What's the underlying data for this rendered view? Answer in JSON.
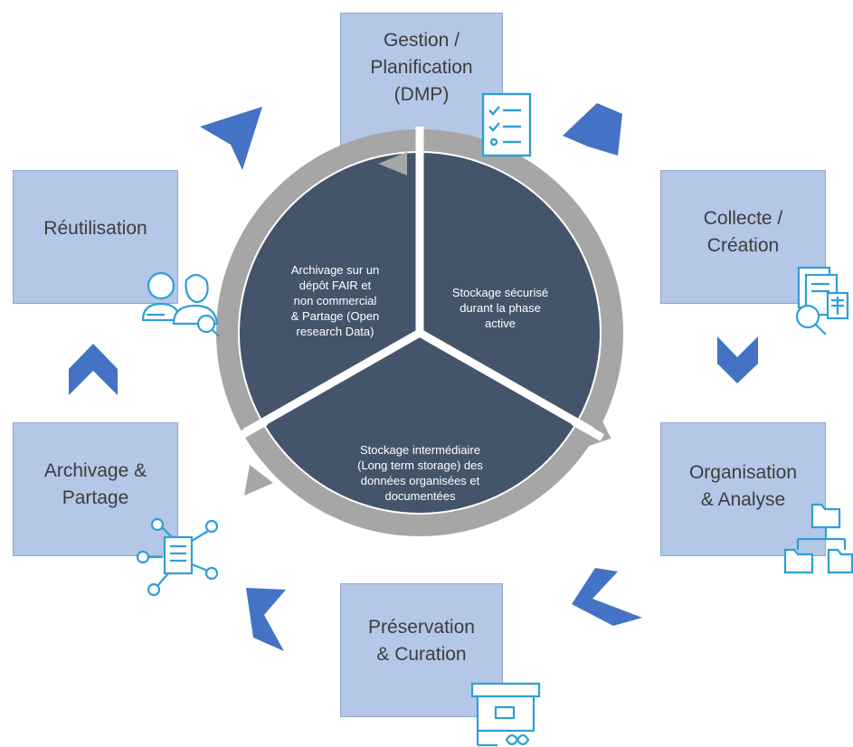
{
  "colors": {
    "box_fill": "#b4c7e7",
    "arrow_blue": "#4472c4",
    "center_dark": "#44546a",
    "ring_grey": "#a6a6a6",
    "icon_blue": "#2e9fd6"
  },
  "stages": {
    "gestion": "Gestion /\nPlanification\n(DMP)",
    "collecte": "Collecte /\nCréation",
    "organisation": "Organisation\n& Analyse",
    "preservation": "Préservation\n& Curation",
    "archivage": "Archivage &\nPartage",
    "reutilisation": "Réutilisation"
  },
  "center": {
    "top_left": "Archivage sur un\ndépôt FAIR et\nnon commercial\n& Partage (Open\nresearch Data)",
    "top_right": "Stockage sécurisé\ndurant la phase\nactive",
    "bottom": "Stockage intermédiaire\n(Long term storage) des\ndonnées organisées et\ndocumentées"
  },
  "icons": {
    "gestion": "checklist-icon",
    "collecte": "document-search-icon",
    "organisation": "folder-hierarchy-icon",
    "preservation": "archive-box-icon",
    "archivage": "document-network-icon",
    "reutilisation": "users-search-icon"
  }
}
